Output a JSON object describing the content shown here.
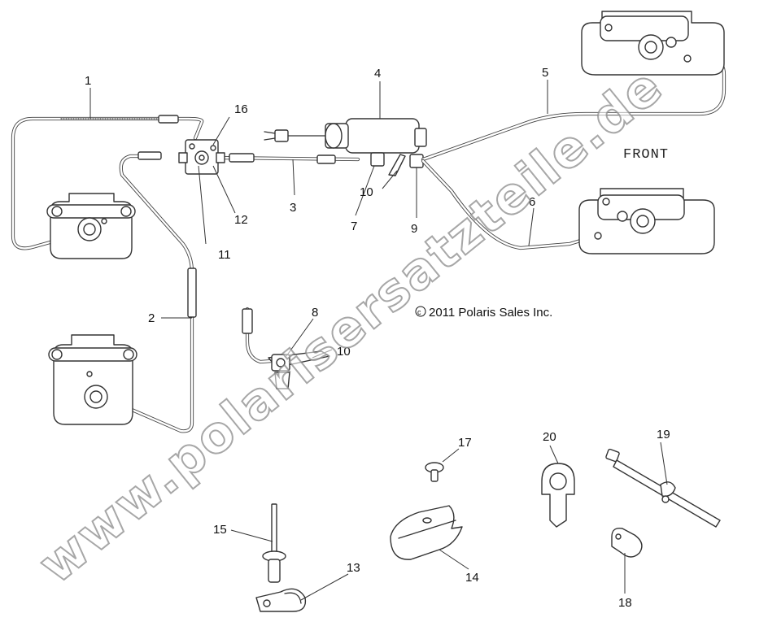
{
  "callouts": {
    "c1": "1",
    "c2": "2",
    "c3": "3",
    "c4": "4",
    "c5": "5",
    "c6": "6",
    "c7": "7",
    "c8": "8",
    "c9": "9",
    "c10a": "10",
    "c10b": "10",
    "c11": "11",
    "c12": "12",
    "c13": "13",
    "c14": "14",
    "c15": "15",
    "c16": "16",
    "c17": "17",
    "c18": "18",
    "c19": "19",
    "c20": "20"
  },
  "labels": {
    "front": "FRONT",
    "copyright": "2011 Polaris Sales Inc."
  },
  "watermark": {
    "text": "www.polarisersatzteile.de"
  }
}
